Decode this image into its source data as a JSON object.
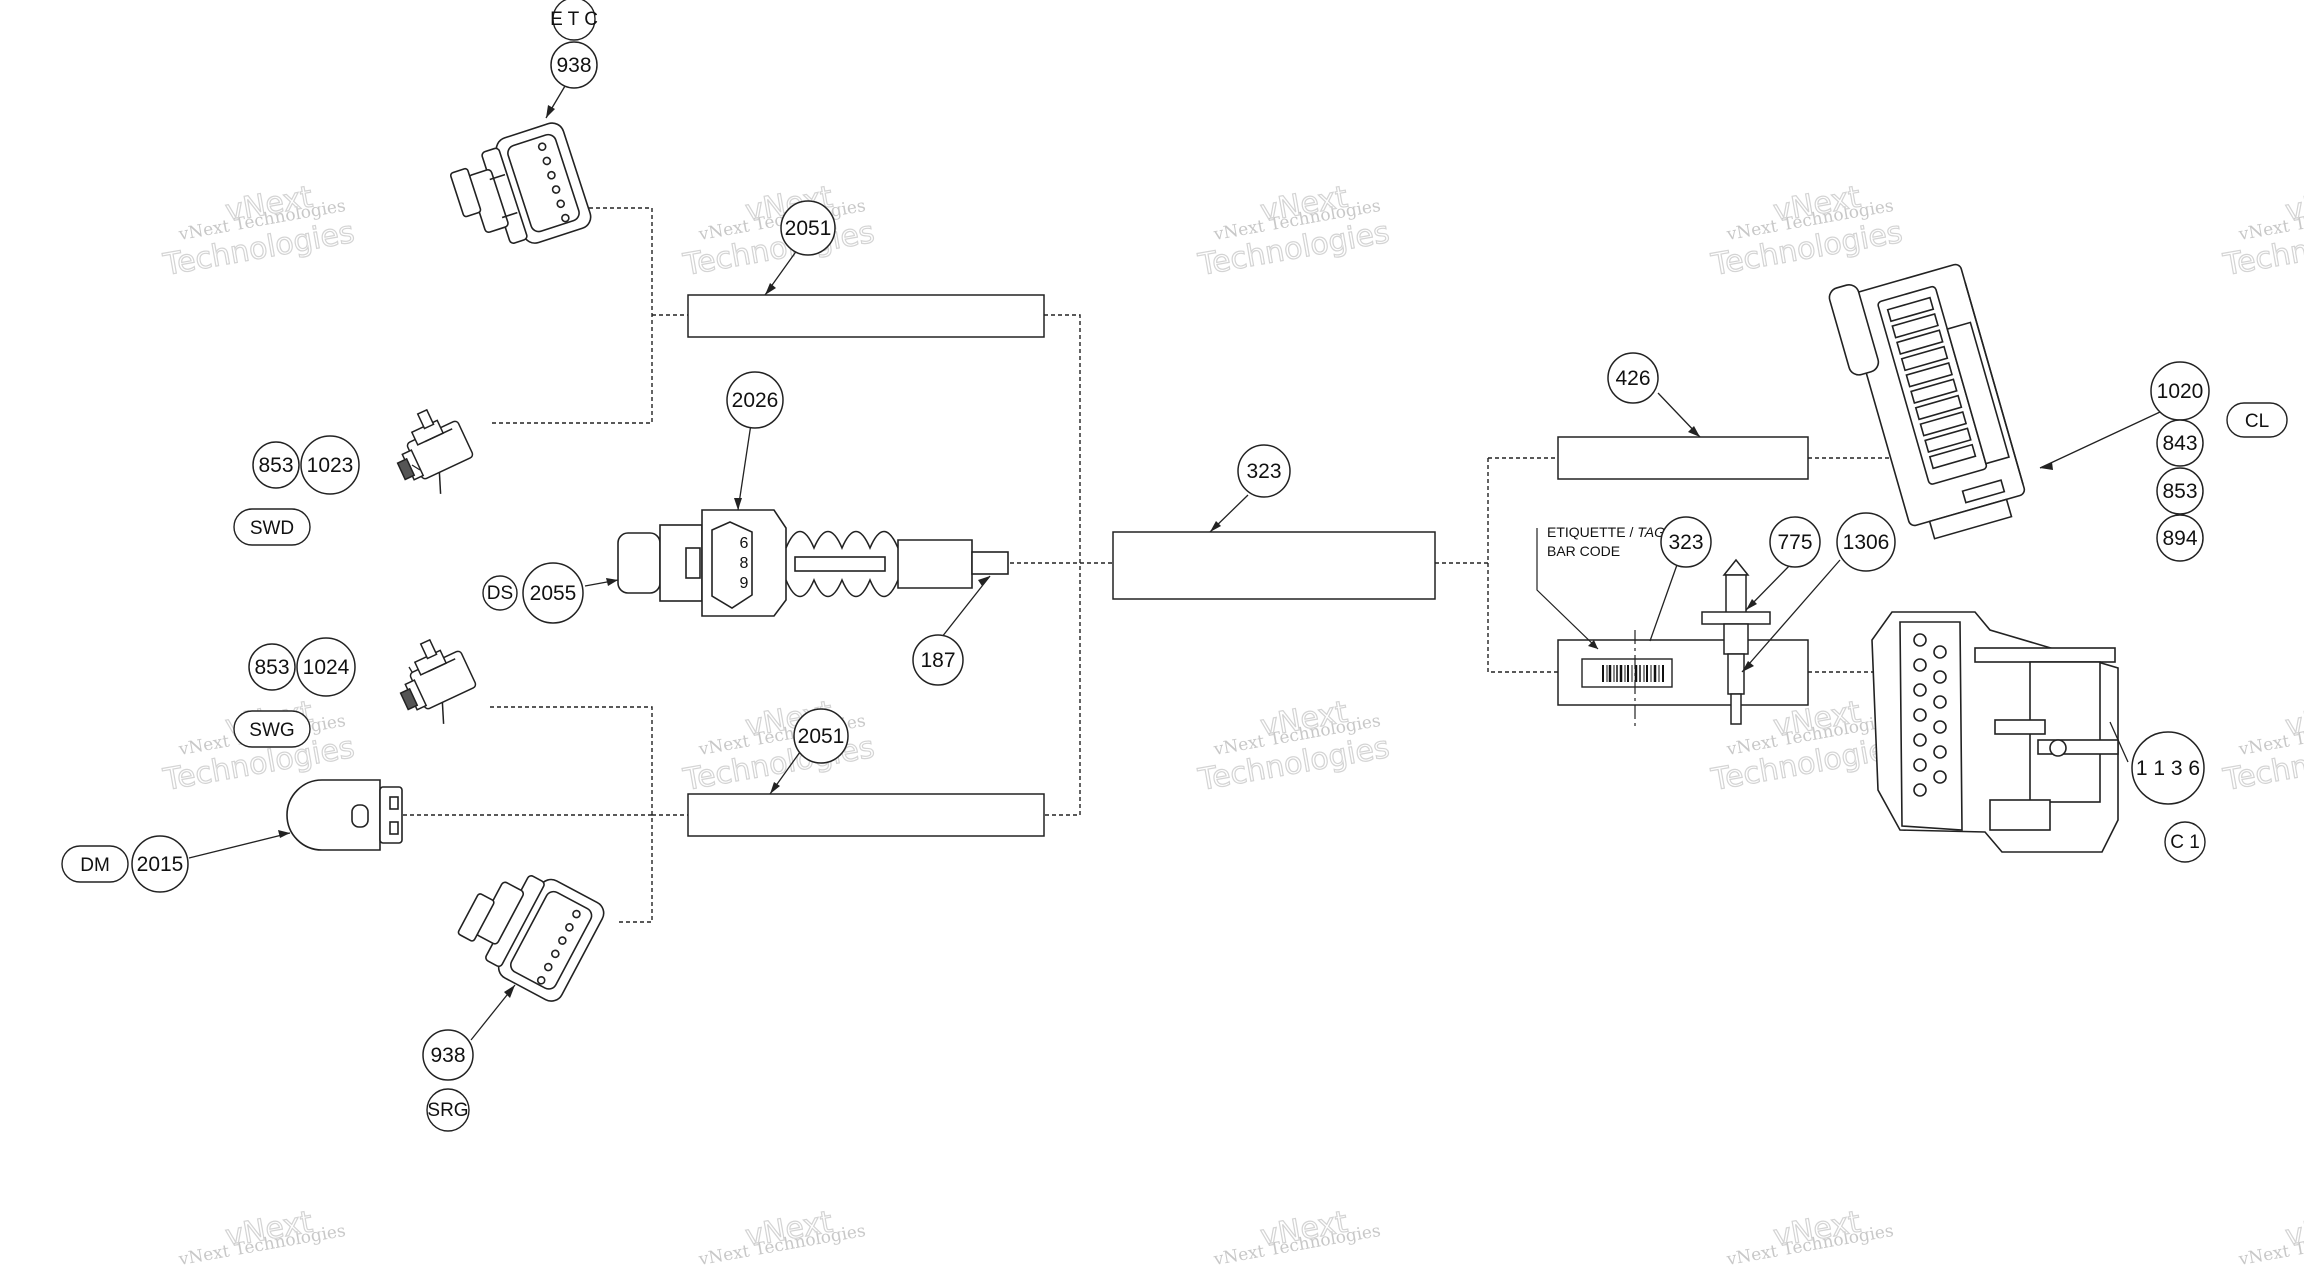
{
  "watermark": {
    "line_small": "vNext Technologies",
    "line_big": "Technologies",
    "line_top": "vNext"
  },
  "callouts": {
    "c938_top": "938",
    "c853_a": "853",
    "c1023": "1023",
    "c2026": "2026",
    "c2055": "2055",
    "c187": "187",
    "c853_b": "853",
    "c1024": "1024",
    "c2015": "2015",
    "c938_bottom": "938",
    "c2051_top": "2051",
    "c2051_bottom": "2051",
    "c323_center": "323",
    "c426": "426",
    "c323_label": "323",
    "c775": "775",
    "c1306": "1306",
    "c1020": "1020",
    "c843": "843",
    "c853_c": "853",
    "c894": "894",
    "c1136": "1 1 3 6"
  },
  "connector_codes": {
    "etc": "E T C",
    "swd": "SWD",
    "ds": "DS",
    "swg": "SWG",
    "dm": "DM",
    "srg": "SRG",
    "cl": "CL",
    "c1": "C 1"
  },
  "sensor_digits": [
    "6",
    "8",
    "9"
  ],
  "tag_label": {
    "line1_prefix": "ETIQUETTE / ",
    "line1_italic": "TAG",
    "line2": "BAR CODE"
  }
}
